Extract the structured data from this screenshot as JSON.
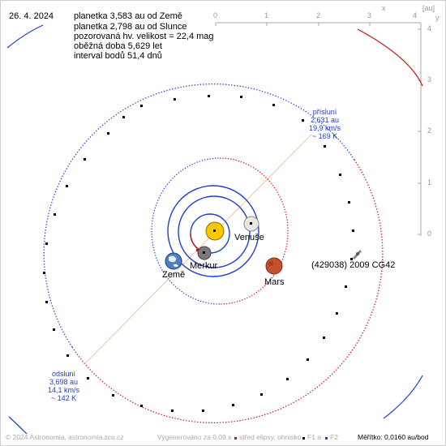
{
  "date": "26. 4. 2024",
  "info_lines": [
    "planetka 3,583 au od Země",
    "planetka 2,798 au od Slunce",
    "pozorovaná hv. velikost = 22,4 mag",
    "oběžná doba 5,629 let",
    "interval bodů 51,4 dnů"
  ],
  "axis": {
    "unit": "[au]",
    "x_letter": "x",
    "y_letter": "y",
    "x_ticks": [
      "0",
      "1",
      "2",
      "3",
      "4"
    ],
    "y_ticks": [
      "4",
      "3",
      "2",
      "1",
      "0"
    ]
  },
  "perihelion": {
    "title": "přísluní",
    "distance": "2,631 au",
    "speed": "19,9 km/s",
    "temp": "~ 169 K"
  },
  "aphelion": {
    "title": "odsluní",
    "distance": "3,698 au",
    "speed": "14,1 km/s",
    "temp": "~ 142 K"
  },
  "planets": {
    "venus": "Venuše",
    "mercury": "Merkur",
    "earth": "Země",
    "mars": "Mars"
  },
  "asteroid_name": "(429038) 2009 CG42",
  "footer": {
    "credit": "© 2024 Astronomia, astronomia.zcu.cz",
    "generated": "Vygenerováno za 0,09 s",
    "legend_center": "střed elipsy, ohnisko",
    "legend_f1": "F1 a",
    "legend_f2": "F2",
    "scale": "Měřítko: 0,0160 au/bod"
  },
  "colors": {
    "orbit_blue": "#1b3fd0",
    "orbit_red": "#cc1010",
    "axis_grey": "#aaaaaa",
    "apsis_line": "#f2b48a",
    "sun": "#f5c800",
    "mars": "#c4512d"
  }
}
